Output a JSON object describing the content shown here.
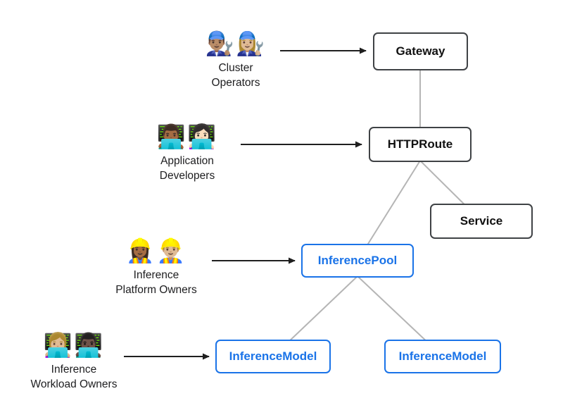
{
  "personas": [
    {
      "emoji": "👨🏽‍🔧👩🏼‍🔧",
      "line1": "Cluster",
      "line2": "Operators"
    },
    {
      "emoji": "👨🏾‍💻👩🏻‍💻",
      "line1": "Application",
      "line2": "Developers"
    },
    {
      "emoji": "👷🏾‍♀️👷🏼‍♂️",
      "line1": "Inference",
      "line2": "Platform Owners"
    },
    {
      "emoji": "👩🏼‍💻👨🏿‍💻",
      "line1": "Inference",
      "line2": "Workload Owners"
    }
  ],
  "nodes": {
    "gateway": {
      "label": "Gateway"
    },
    "httproute": {
      "label": "HTTPRoute"
    },
    "service": {
      "label": "Service"
    },
    "inferencepool": {
      "label": "InferencePool"
    },
    "inferencemodel_left": {
      "label": "InferenceModel"
    },
    "inferencemodel_right": {
      "label": "InferenceModel"
    }
  },
  "colors": {
    "node_border_dark": "#3f4245",
    "node_text_dark": "#111111",
    "accent_blue": "#1a73e8",
    "connector_gray": "#b5b5b5",
    "arrow_black": "#1f1f1f",
    "background": "#ffffff"
  }
}
